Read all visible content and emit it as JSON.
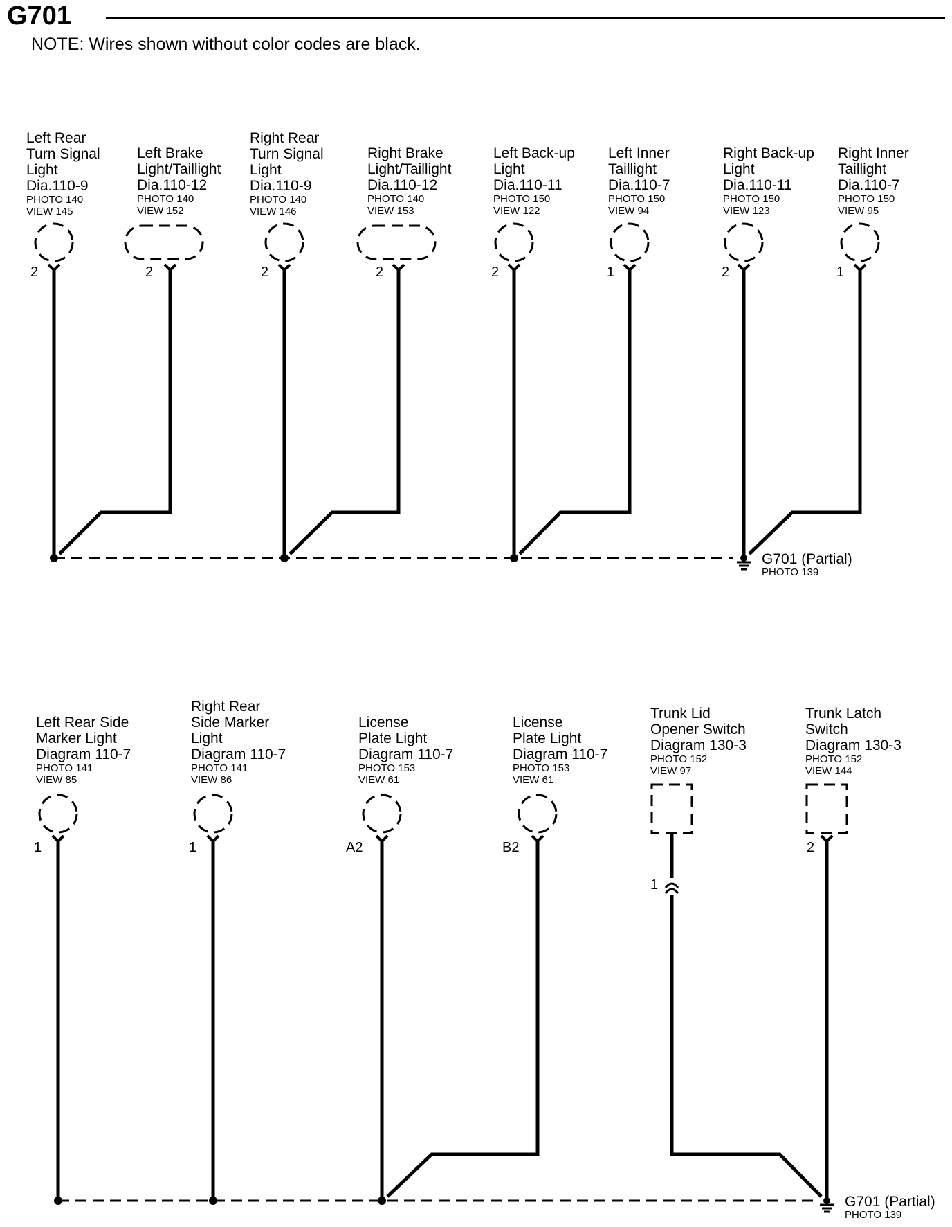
{
  "header": {
    "title": "G701",
    "note": "NOTE: Wires shown without color codes are black."
  },
  "components": [
    {
      "lines": [
        "Left Rear",
        "Turn Signal",
        "Light",
        "Dia.110-9"
      ],
      "photo": "PHOTO 140",
      "view": "VIEW 145",
      "pin": "2"
    },
    {
      "lines": [
        "Left Brake",
        "Light/Taillight",
        "Dia.110-12"
      ],
      "photo": "PHOTO 140",
      "view": "VIEW 152",
      "pin": "2"
    },
    {
      "lines": [
        "Right Rear",
        "Turn Signal",
        "Light",
        "Dia.110-9"
      ],
      "photo": "PHOTO 140",
      "view": "VIEW 146",
      "pin": "2"
    },
    {
      "lines": [
        "Right Brake",
        "Light/Taillight",
        "Dia.110-12"
      ],
      "photo": "PHOTO 140",
      "view": "VIEW 153",
      "pin": "2"
    },
    {
      "lines": [
        "Left Back-up",
        "Light",
        "Dia.110-11"
      ],
      "photo": "PHOTO 150",
      "view": "VIEW 122",
      "pin": "2"
    },
    {
      "lines": [
        "Left Inner",
        "Taillight",
        "Dia.110-7"
      ],
      "photo": "PHOTO 150",
      "view": "VIEW 94",
      "pin": "1"
    },
    {
      "lines": [
        "Right Back-up",
        "Light",
        "Dia.110-11"
      ],
      "photo": "PHOTO 150",
      "view": "VIEW 123",
      "pin": "2"
    },
    {
      "lines": [
        "Right Inner",
        "Taillight",
        "Dia.110-7"
      ],
      "photo": "PHOTO 150",
      "view": "VIEW 95",
      "pin": "1"
    },
    {
      "lines": [
        "Left Rear Side",
        "Marker Light",
        "Diagram 110-7"
      ],
      "photo": "PHOTO 141",
      "view": "VIEW 85",
      "pin": "1"
    },
    {
      "lines": [
        "Right Rear",
        "Side Marker",
        "Light",
        "Diagram 110-7"
      ],
      "photo": "PHOTO 141",
      "view": "VIEW 86",
      "pin": "1"
    },
    {
      "lines": [
        "License",
        "Plate Light",
        "Diagram 110-7"
      ],
      "photo": "PHOTO 153",
      "view": "VIEW 61",
      "pin": "A2"
    },
    {
      "lines": [
        "License",
        "Plate Light",
        "Diagram 110-7"
      ],
      "photo": "PHOTO 153",
      "view": "VIEW 61",
      "pin": "B2"
    },
    {
      "lines": [
        "Trunk Lid",
        "Opener Switch",
        "Diagram 130-3"
      ],
      "photo": "PHOTO 152",
      "view": "VIEW 97",
      "pin": "1"
    },
    {
      "lines": [
        "Trunk Latch",
        "Switch",
        "Diagram 130-3"
      ],
      "photo": "PHOTO 152",
      "view": "VIEW 144",
      "pin": "2"
    }
  ],
  "grounds": [
    {
      "name": "G701 (Partial)",
      "photo": "PHOTO 139"
    },
    {
      "name": "G701 (Partial)",
      "photo": "PHOTO 139"
    }
  ]
}
